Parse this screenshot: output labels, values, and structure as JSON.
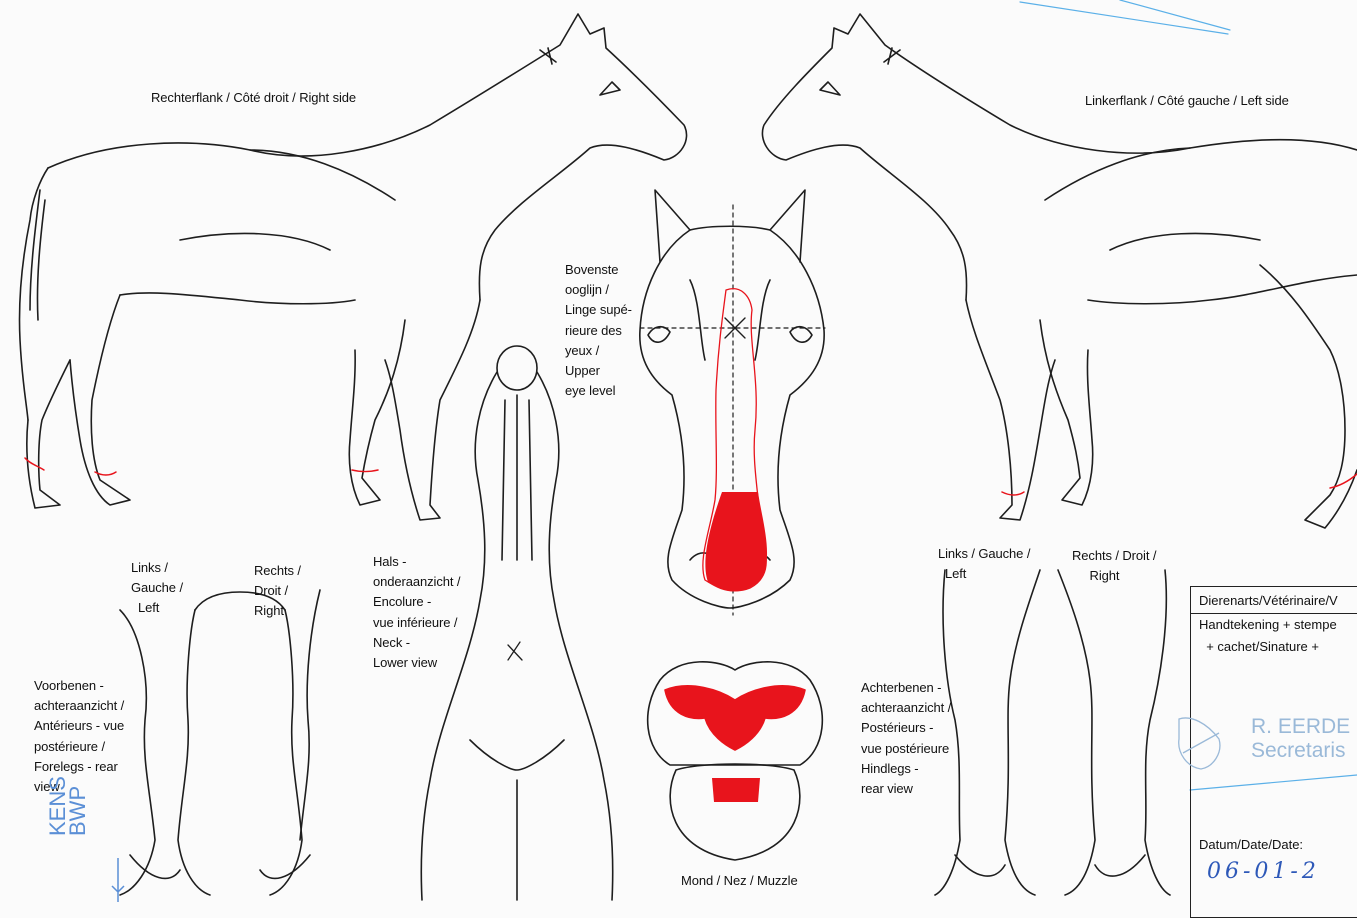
{
  "labels": {
    "right_side": "Rechterflank / Côté droit / Right side",
    "left_side": "Linkerflank / Côté gauche / Left side",
    "upper_eye": "Bovenste\nooglijn /\nLinge supé-\nrieure des\nyeux /\nUpper\neye level",
    "neck_lower": "Hals -\nonderaanzicht /\nEncolure -\nvue inférieure /\nNeck -\nLower view",
    "forelegs_left": "Links /\nGauche /\n  Left",
    "forelegs_right": "Rechts /\nDroit /\nRight",
    "forelegs_rear": "Voorbenen -\nachteraanzicht /\nAntérieurs - vue\npostérieure /\nForelegs - rear\nview",
    "hindlegs_left": "Links / Gauche /\n  Left",
    "hindlegs_right": "Rechts / Droit /\n     Right",
    "hindlegs_rear": "Achterbenen -\nachteraanzicht /\nPostérieurs -\nvue postérieure\nHindlegs -\nrear view",
    "muzzle": "Mond / Nez / Muzzle"
  },
  "stamp": {
    "header": "Dierenarts/Vétérinaire/V",
    "signature_line1": "Handtekening + stempe",
    "signature_line2": "  + cachet/Sinature +",
    "name": "R. EERDE",
    "title": "Secretaris",
    "date_label": "Datum/Date/Date:",
    "date_value": "06-01-2"
  },
  "side_stamp": "KENS\nBWP",
  "colors": {
    "line": "#1e1e1e",
    "marking": "#e8141c",
    "stamp_blue": "#9ab9d8",
    "ink_blue": "#2d58b8"
  }
}
